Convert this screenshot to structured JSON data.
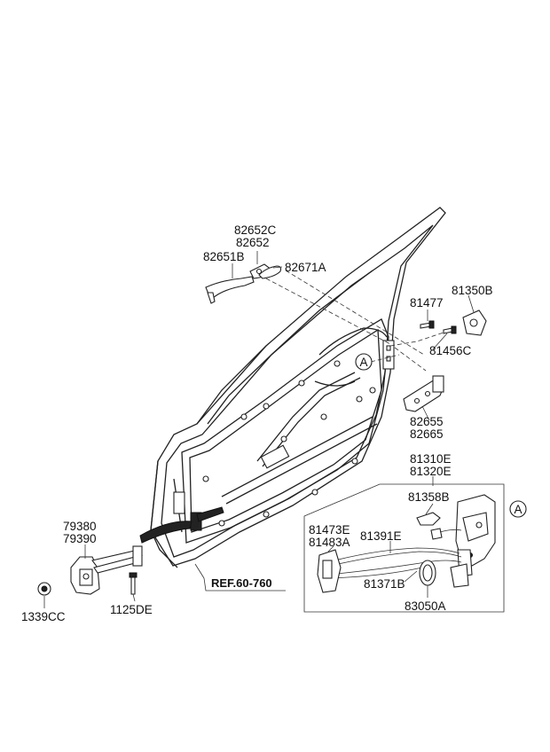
{
  "labels": {
    "p82652C": "82652C",
    "p82652": "82652",
    "p82651B": "82651B",
    "p82671A": "82671A",
    "p81477": "81477",
    "p81350B": "81350B",
    "p81456C": "81456C",
    "p82655": "82655",
    "p82665": "82665",
    "p81310E": "81310E",
    "p81320E": "81320E",
    "p81358B": "81358B",
    "p81473E": "81473E",
    "p81483A": "81483A",
    "p81391E": "81391E",
    "p81371B": "81371B",
    "p83050A": "83050A",
    "p79380": "79380",
    "p79390": "79390",
    "p1339CC": "1339CC",
    "p1125DE": "1125DE",
    "ref": "REF.60-760",
    "markerA1": "A",
    "markerA2": "A"
  }
}
